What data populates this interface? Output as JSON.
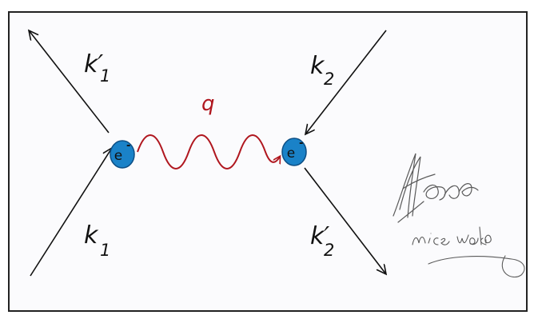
{
  "labels": {
    "k1_prime": "k′",
    "k1_prime_sub": "1",
    "k1": "k",
    "k1_sub": "1",
    "k2": "k",
    "k2_sub": "2",
    "k2_prime": "k′",
    "k2_prime_sub": "2",
    "photon": "q",
    "electron_left": "e",
    "electron_right": "e",
    "electron_charge": "-"
  },
  "signature": {
    "name": "KRoofer",
    "note": "nice work"
  },
  "colors": {
    "line": "#111111",
    "photon": "#b0171f",
    "electron_fill": "#1a82c8",
    "electron_outline": "#0d4f85",
    "signature": "#555555"
  }
}
